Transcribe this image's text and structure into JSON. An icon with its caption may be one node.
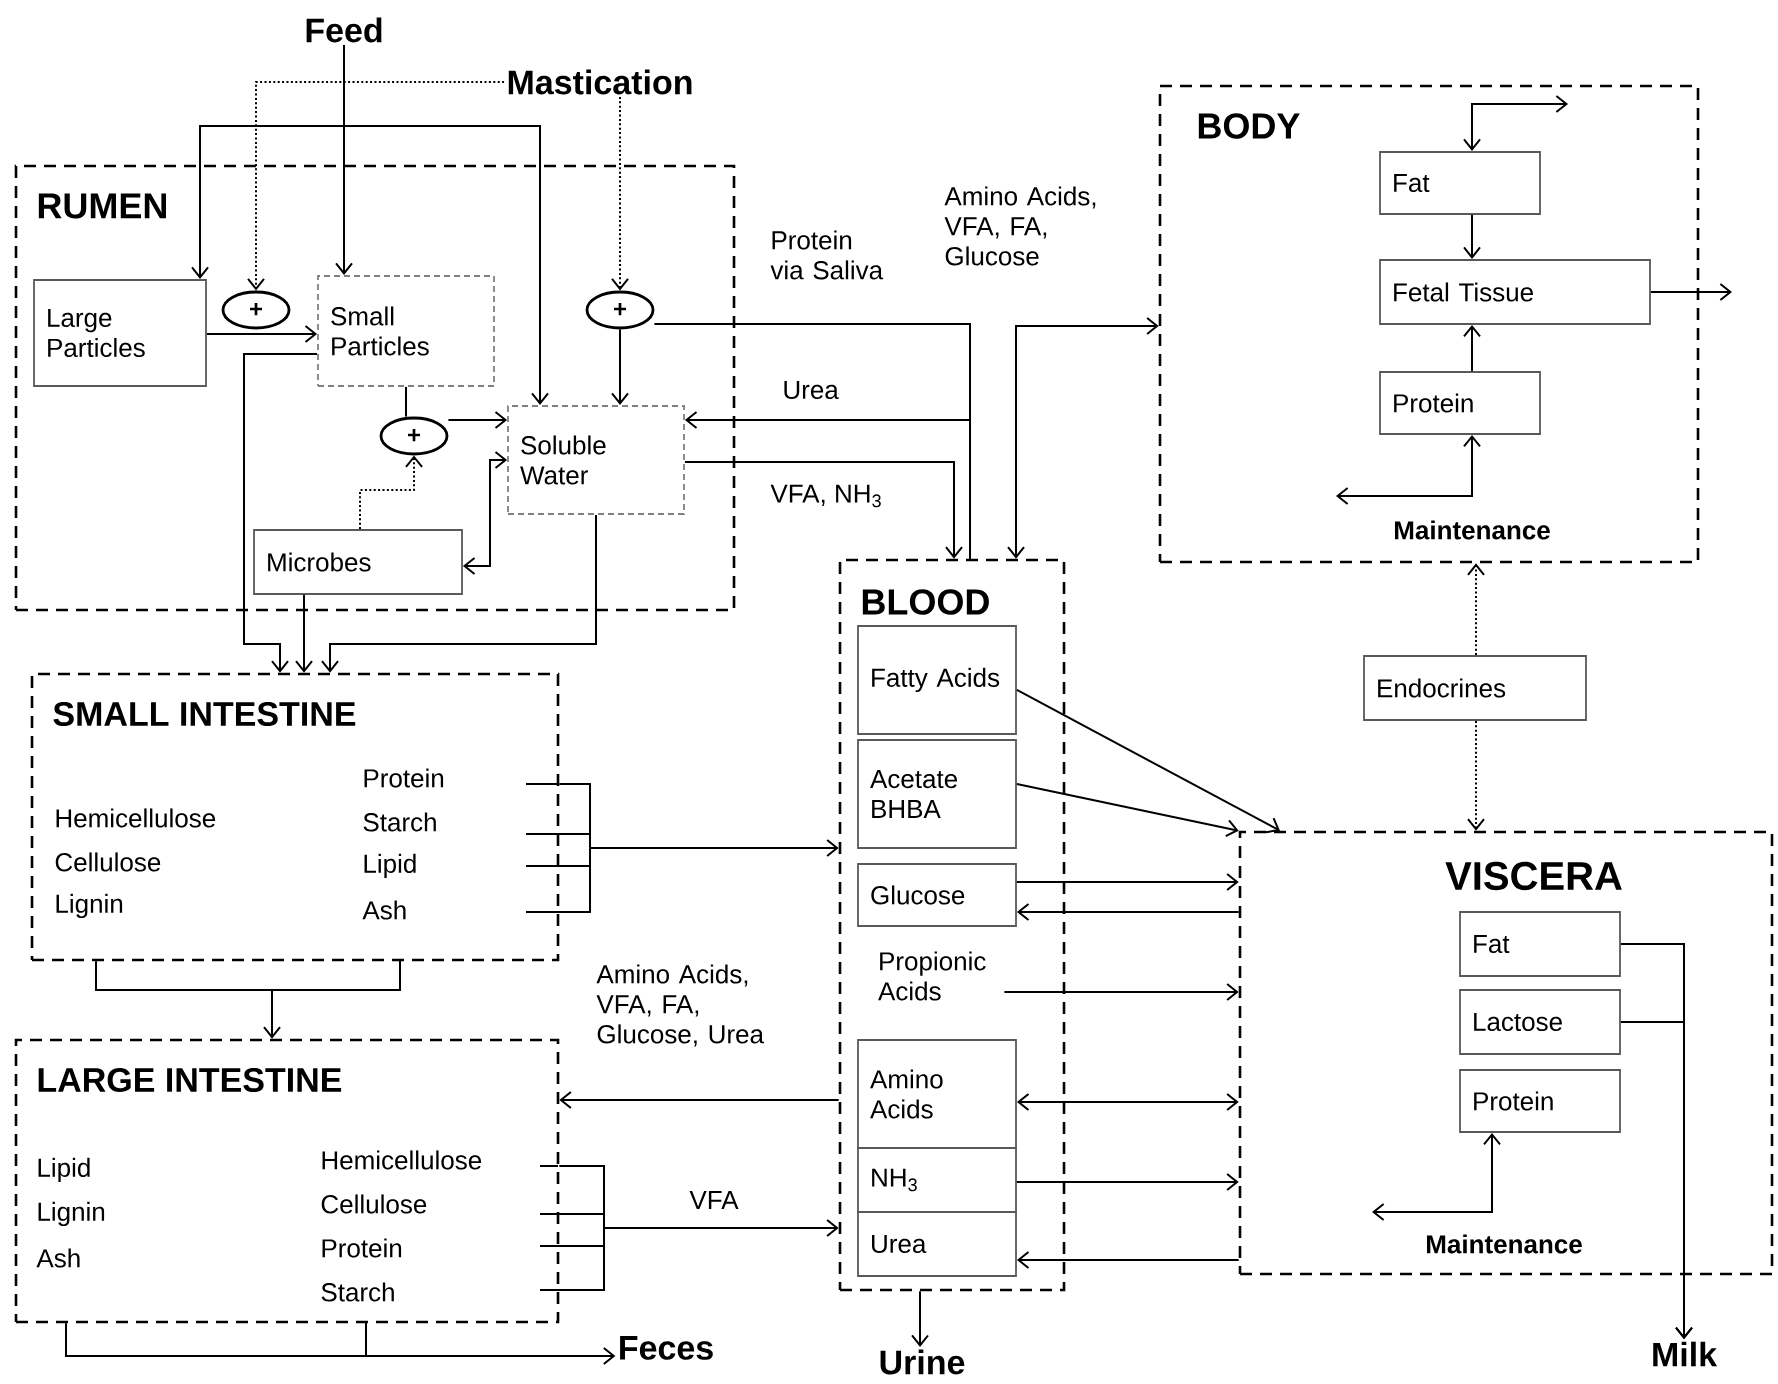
{
  "diagram": {
    "nodes": [
      {
        "text": [
          "Feed"
        ]
      },
      {
        "text": [
          "Mastication"
        ]
      },
      {
        "text": [
          "RUMEN"
        ]
      },
      {
        "text": [
          "Large Particles"
        ],
        "in": 2
      },
      {
        "text": [
          "+"
        ],
        "in": 2
      },
      {
        "text": [
          "Small Particles"
        ],
        "in": 2
      },
      {
        "text": [
          "+"
        ],
        "in": 2
      },
      {
        "text": [
          "+"
        ],
        "in": 2
      },
      {
        "text": [
          "Soluble Water"
        ],
        "in": 2
      },
      {
        "text": [
          "Microbes"
        ],
        "in": 2
      },
      {
        "text": [
          "BODY"
        ]
      },
      {
        "text": [
          "Fat"
        ],
        "in": 10
      },
      {
        "text": [
          "Fetal Tissue"
        ],
        "in": 10
      },
      {
        "text": [
          "Protein"
        ],
        "in": 10
      },
      {
        "text": [
          "BLOOD"
        ]
      },
      {
        "text": [
          "Fatty Acids"
        ],
        "in": 14
      },
      {
        "text": [
          "Acetate BHBA"
        ],
        "in": 14
      },
      {
        "text": [
          "Glucose"
        ],
        "in": 14
      },
      {
        "text": [
          "Propionic Acids"
        ],
        "in": 14
      },
      {
        "text": [
          "Amino Acids"
        ],
        "in": 14
      },
      {
        "text": [
          "NH$_{3}$"
        ],
        "in": 14
      },
      {
        "text": [
          "Urea"
        ],
        "in": 14
      },
      {
        "text": [
          "Endocrines"
        ]
      },
      {
        "text": [
          "SMALL INTESTINE",
          "Hemicellulose",
          "Cellulose",
          "Lignin",
          "Protein",
          "Starch",
          "Lipid",
          "Ash"
        ]
      },
      {
        "text": [
          "VISCERA"
        ]
      },
      {
        "text": [
          "Fat"
        ],
        "in": 24
      },
      {
        "text": [
          "Lactose"
        ],
        "in": 24
      },
      {
        "text": [
          "Protein"
        ],
        "in": 24
      },
      {
        "text": [
          "LARGE INTESTINE",
          "Lipid",
          "Lignin",
          "Ash",
          "Hemicellulose",
          "Cellulose",
          "Protein",
          "Starch"
        ]
      },
      {
        "text": [
          "Feces"
        ]
      },
      {
        "text": [
          "Urine"
        ]
      },
      {
        "text": [
          "Milk"
        ]
      }
    ],
    "edges": [
      {
        "from": 0,
        "to": 5,
        "arrow": "to"
      },
      {
        "from": 0,
        "to": 3,
        "arrow": "to"
      },
      {
        "from": 0,
        "to": 8,
        "arrow": "to"
      },
      {
        "from": 1,
        "to": 4,
        "arrow": "to",
        "style": "dashed"
      },
      {
        "from": 1,
        "to": 6,
        "arrow": "to",
        "style": "dashed"
      },
      {
        "from": 3,
        "to": 5,
        "arrow": "to"
      },
      {
        "from": 5,
        "to": 7,
        "arrow": "none"
      },
      {
        "from": 7,
        "to": 8,
        "arrow": "to"
      },
      {
        "from": 9,
        "to": 7,
        "arrow": "to",
        "style": "dashed"
      },
      {
        "from": 9,
        "to": 8,
        "arrow": "both"
      },
      {
        "from": 6,
        "to": 8,
        "arrow": "to"
      },
      {
        "from": 14,
        "to": 6,
        "arrow": "none",
        "label": "Protein via Saliva"
      },
      {
        "from": 14,
        "to": 8,
        "arrow": "to",
        "label": "Urea"
      },
      {
        "from": 8,
        "to": 14,
        "arrow": "to",
        "label": "VFA, NH$_{3}$"
      },
      {
        "from": 14,
        "to": 10,
        "arrow": "both",
        "label": "Amino Acids, VFA, FA, Glucose"
      },
      {
        "from": null,
        "to": 11,
        "arrow": "both"
      },
      {
        "from": 11,
        "to": 12,
        "arrow": "to"
      },
      {
        "from": 13,
        "to": 12,
        "arrow": "to"
      },
      {
        "from": 12,
        "to": null,
        "arrow": "to"
      },
      {
        "from": null,
        "to": 13,
        "arrow": "both"
      },
      {
        "from": 22,
        "to": 10,
        "arrow": "to",
        "style": "dashed"
      },
      {
        "from": 22,
        "to": 24,
        "arrow": "to",
        "style": "dashed"
      },
      {
        "from": 5,
        "to": 23,
        "arrow": "to"
      },
      {
        "from": 9,
        "to": 23,
        "arrow": "to"
      },
      {
        "from": 8,
        "to": 23,
        "arrow": "to"
      },
      {
        "from": 23,
        "to": 14,
        "arrow": "to"
      },
      {
        "from": 23,
        "to": 28,
        "arrow": "to"
      },
      {
        "from": 14,
        "to": 28,
        "arrow": "to",
        "label": "Amino Acids, VFA, FA, Glucose, Urea"
      },
      {
        "from": 28,
        "to": 14,
        "arrow": "to",
        "label": "VFA"
      },
      {
        "from": 28,
        "to": 29,
        "arrow": "to"
      },
      {
        "from": 14,
        "to": 30,
        "arrow": "to"
      },
      {
        "from": 15,
        "to": 24,
        "arrow": "to"
      },
      {
        "from": 16,
        "to": 24,
        "arrow": "to"
      },
      {
        "from": 17,
        "to": 24,
        "arrow": "to"
      },
      {
        "from": 24,
        "to": 17,
        "arrow": "to"
      },
      {
        "from": 18,
        "to": 24,
        "arrow": "to"
      },
      {
        "from": 19,
        "to": 24,
        "arrow": "both"
      },
      {
        "from": 20,
        "to": 24,
        "arrow": "to"
      },
      {
        "from": 24,
        "to": 21,
        "arrow": "to"
      },
      {
        "from": 25,
        "to": 31,
        "arrow": "to"
      },
      {
        "from": 26,
        "to": 31,
        "arrow": "to"
      },
      {
        "from": null,
        "to": 27,
        "arrow": "both"
      }
    ],
    "labels": [
      "Maintenance",
      "Maintenance"
    ]
  }
}
